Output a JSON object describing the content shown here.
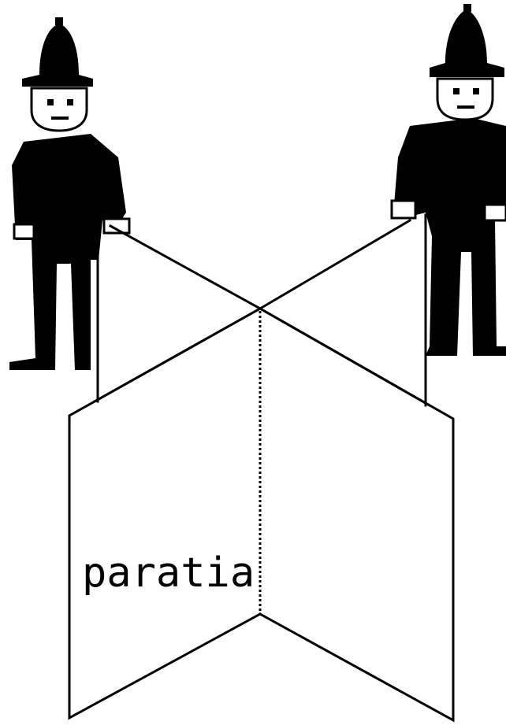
{
  "partition": {
    "label": "paratia"
  },
  "figures": [
    {
      "name": "guard-left",
      "icon": "policeman-icon"
    },
    {
      "name": "guard-right",
      "icon": "policeman-icon"
    }
  ],
  "colors": {
    "ink": "#000000",
    "background": "#ffffff"
  }
}
